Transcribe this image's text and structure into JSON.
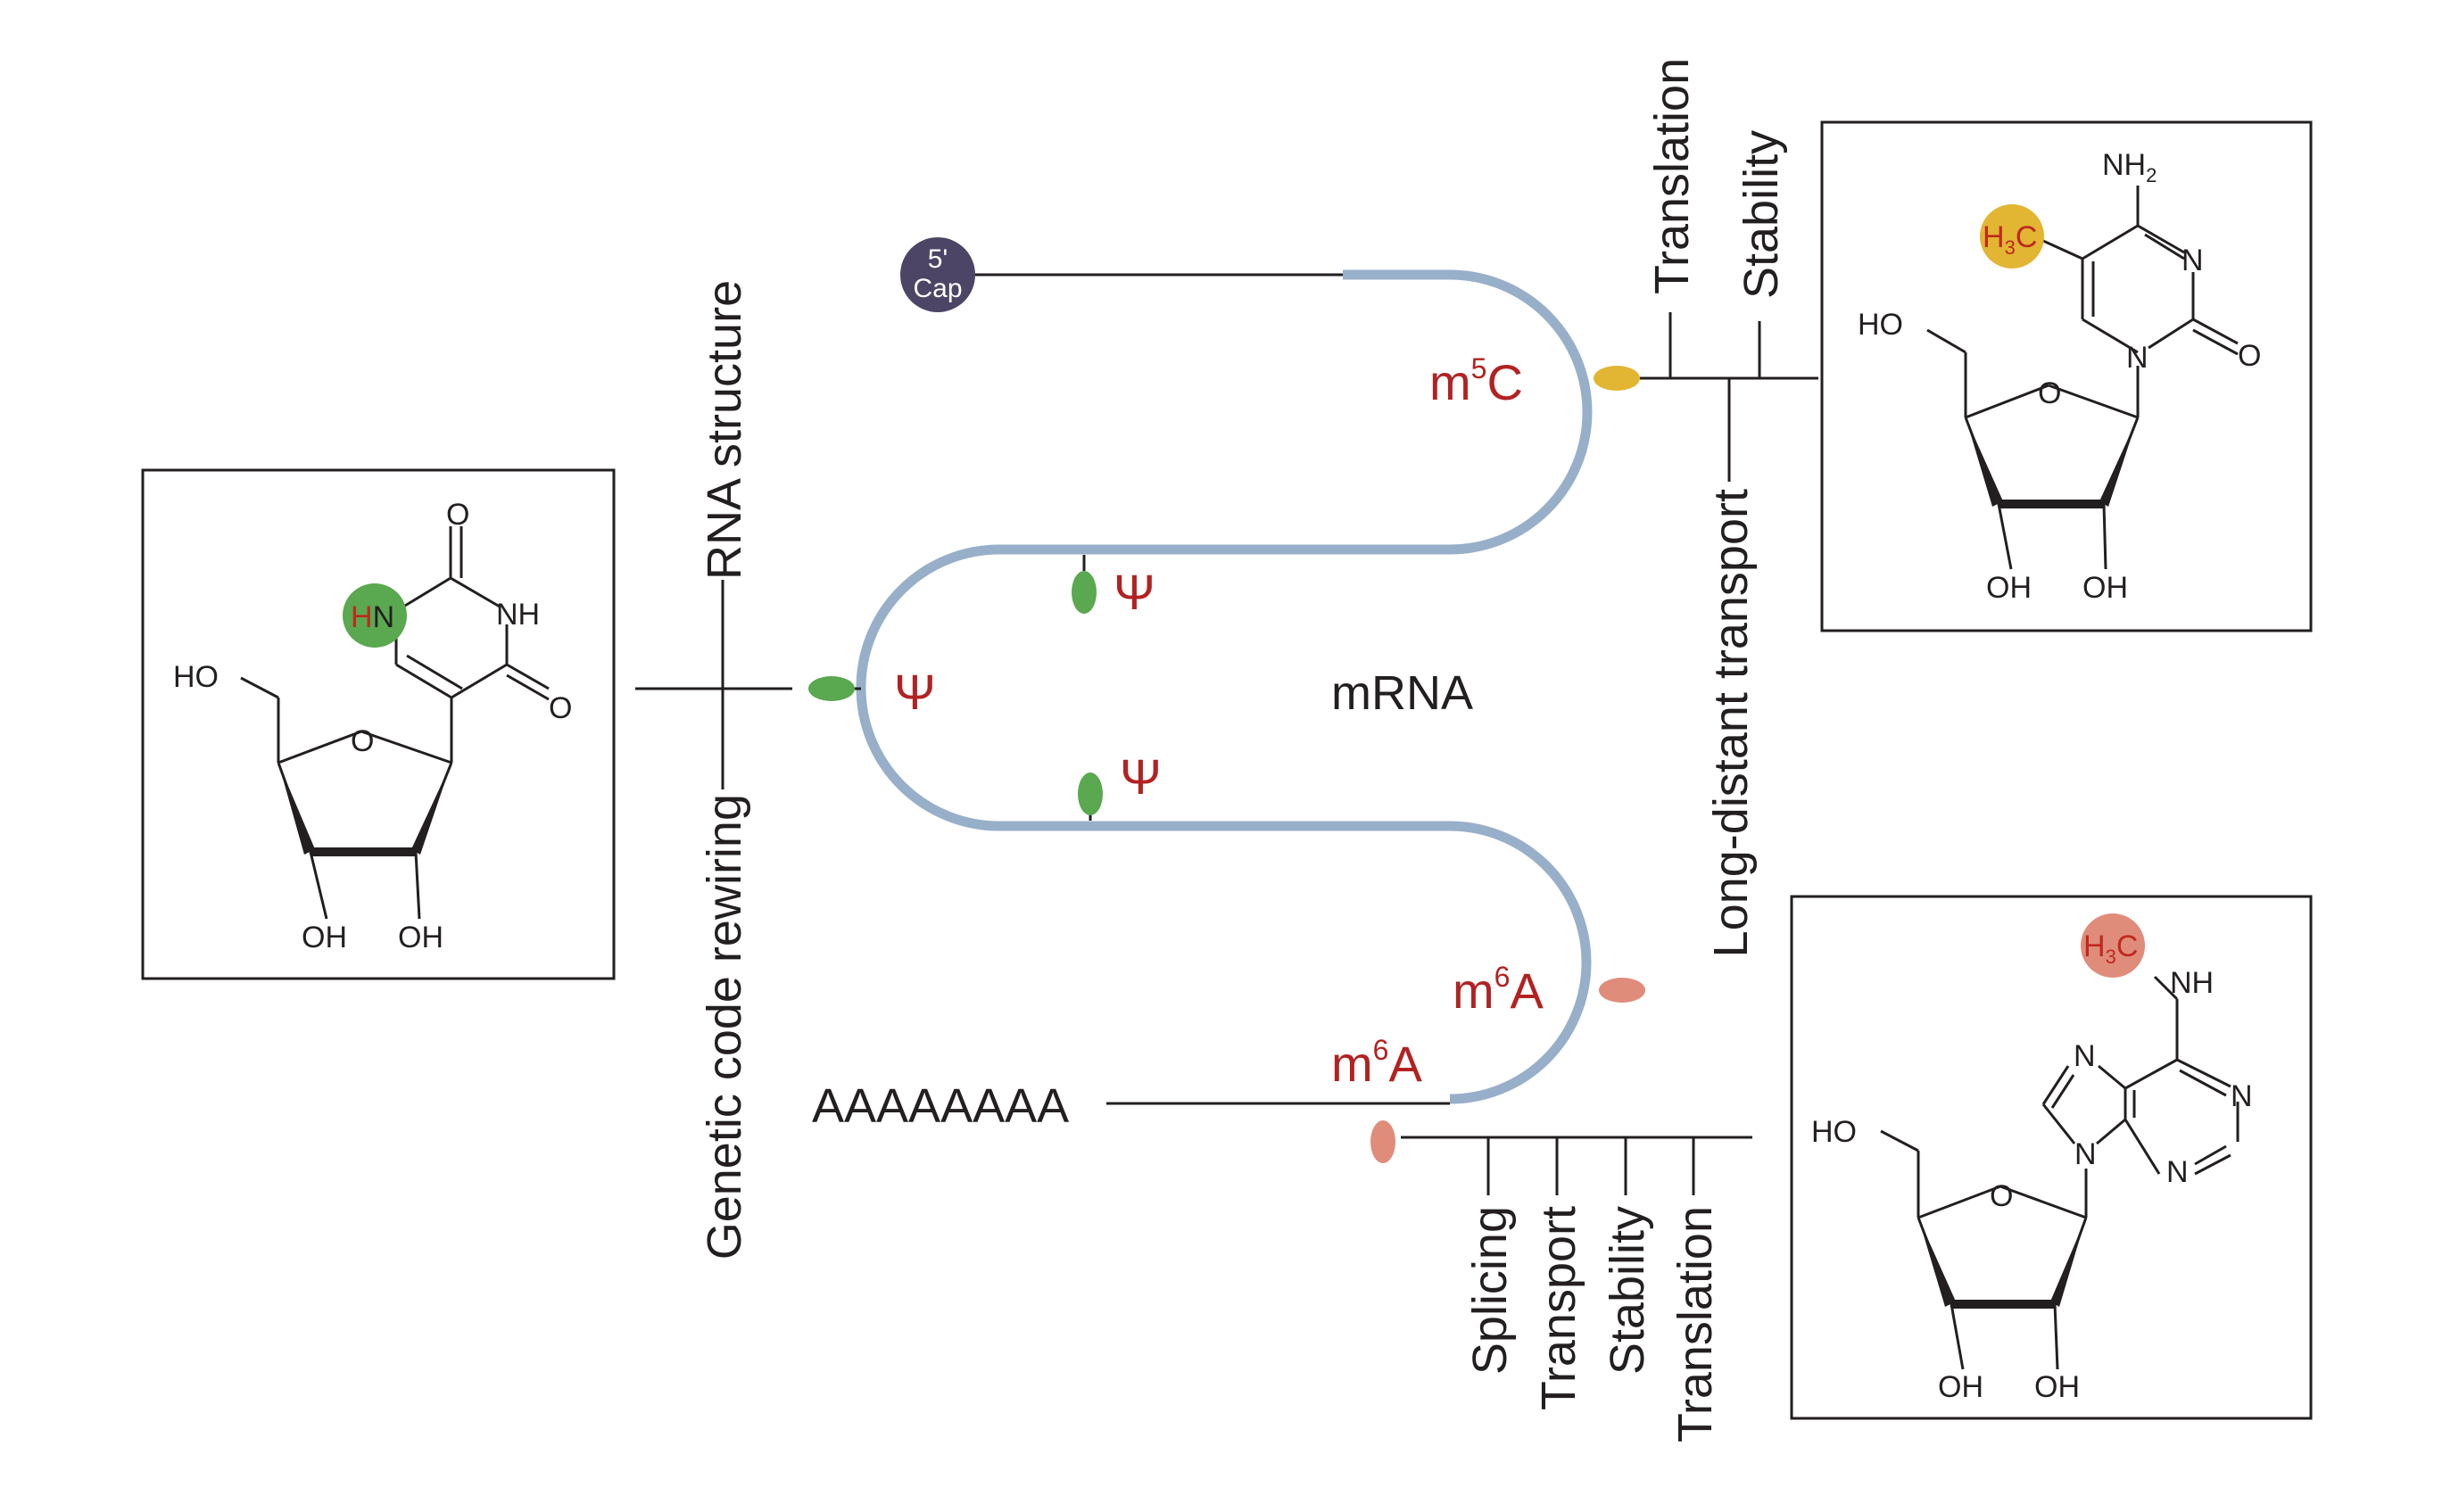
{
  "diagram": {
    "center_label": "mRNA",
    "cap": {
      "line1": "5'",
      "line2": "Cap"
    },
    "poly_a": "AAAAAAAA",
    "modifications": {
      "m5c": {
        "base": "m",
        "sup": "5",
        "tail": "C"
      },
      "psi": "Ψ",
      "m6a": {
        "base": "m",
        "sup": "6",
        "tail": "A"
      }
    },
    "functions": {
      "psi_top": "RNA structure",
      "psi_bottom": "Genetic code rewiring",
      "m5c_up_1": "Translation",
      "m5c_up_2": "Stability",
      "m5c_down": "Long-distant transport",
      "m6a_1": "Splicing",
      "m6a_2": "Transport",
      "m6a_3": "Stability",
      "m6a_4": "Translation"
    },
    "structures": {
      "pseudouridine": {
        "carbonyl_top": "O",
        "nh_right": "NH",
        "carbonyl_right": "O",
        "hn_h": "H",
        "hn_n": "N",
        "ho": "HO",
        "ring_o": "O",
        "oh_left": "OH",
        "oh_right": "OH"
      },
      "m5c": {
        "nh2": "NH",
        "nh2_sub": "2",
        "h3c_h": "H",
        "h3c_sub": "3",
        "h3c_c": "C",
        "n_ring": "N",
        "n_glyco": "N",
        "carbonyl": "O",
        "ho": "HO",
        "ring_o": "O",
        "oh_left": "OH",
        "oh_right": "OH"
      },
      "m6a": {
        "h3c_h": "H",
        "h3c_sub": "3",
        "h3c_c": "C",
        "nh": "NH",
        "n7": "N",
        "n1": "N",
        "n3": "N",
        "n9": "N",
        "ho": "HO",
        "ring_o": "O",
        "oh_left": "OH",
        "oh_right": "OH"
      }
    },
    "colors": {
      "rna": "#98afc9",
      "cap": "#4c4565",
      "psi_marker": "#5aa84f",
      "m5c_marker": "#e2b533",
      "m6a_marker": "#e08c7a",
      "mod_text": "#b22222"
    }
  }
}
